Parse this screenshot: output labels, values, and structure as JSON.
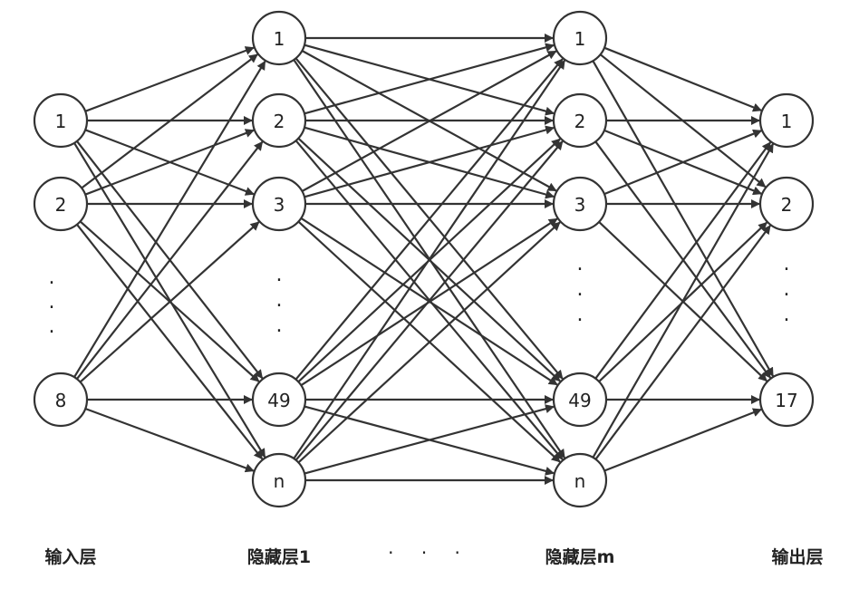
{
  "layers": [
    {
      "id": "input",
      "label": "输入层",
      "nodes": [
        "1",
        "2",
        "8"
      ],
      "ellipsis": "·\n·\n·"
    },
    {
      "id": "hidden1",
      "label": "隐藏层1",
      "nodes": [
        "1",
        "2",
        "3",
        "49",
        "n"
      ],
      "ellipsis": "·\n·\n·"
    },
    {
      "id": "hiddenm",
      "label": "隐藏层m",
      "nodes": [
        "1",
        "2",
        "3",
        "49",
        "n"
      ],
      "ellipsis": "·\n·\n·"
    },
    {
      "id": "output",
      "label": "输出层",
      "nodes": [
        "1",
        "2",
        "17"
      ],
      "ellipsis": "·\n·\n·"
    }
  ],
  "between_hidden_dots": "· · ·",
  "colors": {
    "stroke": "#333333",
    "node_fill": "#ffffff",
    "text": "#222222"
  }
}
